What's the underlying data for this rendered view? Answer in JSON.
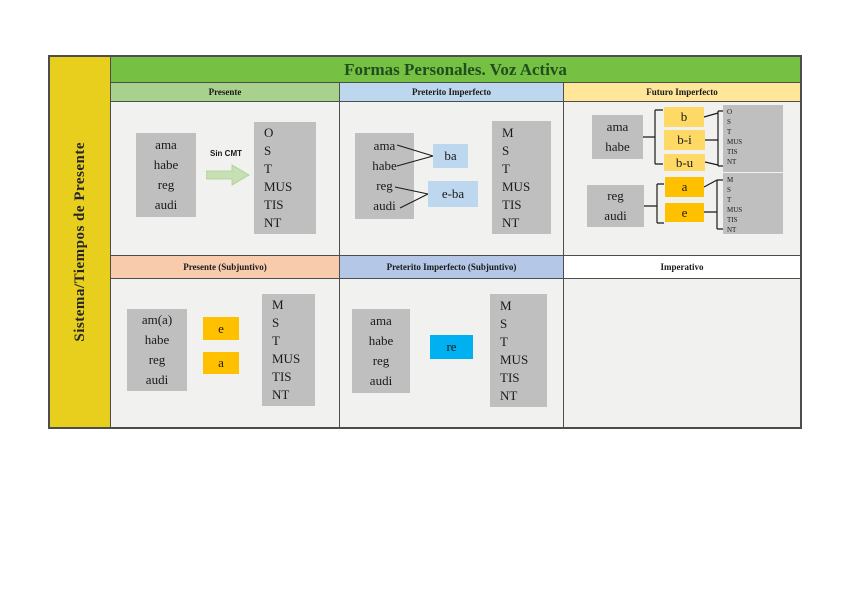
{
  "title": {
    "text": "Formas Personales. Voz Activa"
  },
  "sidebar": {
    "text": "Sistema/Tiempos de Presente"
  },
  "colors": {
    "sidebar_bg": "#e8cf1e",
    "title_bg": "#76c043",
    "title_text": "#1f4e1f",
    "header_presente_bg": "#a9d18e",
    "header_preterito_bg": "#bdd7ee",
    "header_futuro_bg": "#ffe699",
    "header_presente_subj_bg": "#f8cbad",
    "header_preterito_subj_bg": "#b4c7e7",
    "header_imperativo_bg": "#ffffff",
    "cell_bg": "#f1f1f0",
    "gray_box": "#bfbfbf",
    "blue_box": "#bdd7ee",
    "cyan_box": "#00b0f0",
    "gold_box": "#ffd966",
    "amber_box": "#ffc000",
    "arrow_green": "#c6e0b4"
  },
  "presente": {
    "header": "Presente",
    "stems": [
      "ama",
      "habe",
      "reg",
      "audi"
    ],
    "arrow_label": "Sin CMT",
    "endings": [
      "O",
      "S",
      "T",
      "MUS",
      "TIS",
      "NT"
    ]
  },
  "preterito": {
    "header": "Preterito Imperfecto",
    "stems": [
      "ama",
      "habe",
      "reg",
      "audi"
    ],
    "infix_a": "ba",
    "infix_b": "e-ba",
    "endings": [
      "M",
      "S",
      "T",
      "MUS",
      "TIS",
      "NT"
    ]
  },
  "futuro": {
    "header": "Futuro Imperfecto",
    "group1": {
      "stems": [
        "ama",
        "habe"
      ],
      "infixes": [
        "b",
        "b-i",
        "b-u"
      ],
      "endings": [
        "O",
        "S",
        "T",
        "MUS",
        "TIS",
        "NT"
      ]
    },
    "group2": {
      "stems": [
        "reg",
        "audi"
      ],
      "infixes": [
        "a",
        "e"
      ],
      "endings": [
        "M",
        "S",
        "T",
        "MUS",
        "TIS",
        "NT"
      ]
    }
  },
  "presente_subj": {
    "header": "Presente (Subjuntivo)",
    "stems": [
      "am(a)",
      "habe",
      "reg",
      "audi"
    ],
    "infixes": [
      "e",
      "a"
    ],
    "endings": [
      "M",
      "S",
      "T",
      "MUS",
      "TIS",
      "NT"
    ]
  },
  "preterito_subj": {
    "header": "Preterito Imperfecto (Subjuntivo)",
    "stems": [
      "ama",
      "habe",
      "reg",
      "audi"
    ],
    "infix": "re",
    "endings": [
      "M",
      "S",
      "T",
      "MUS",
      "TIS",
      "NT"
    ]
  },
  "imperativo": {
    "header": "Imperativo"
  }
}
